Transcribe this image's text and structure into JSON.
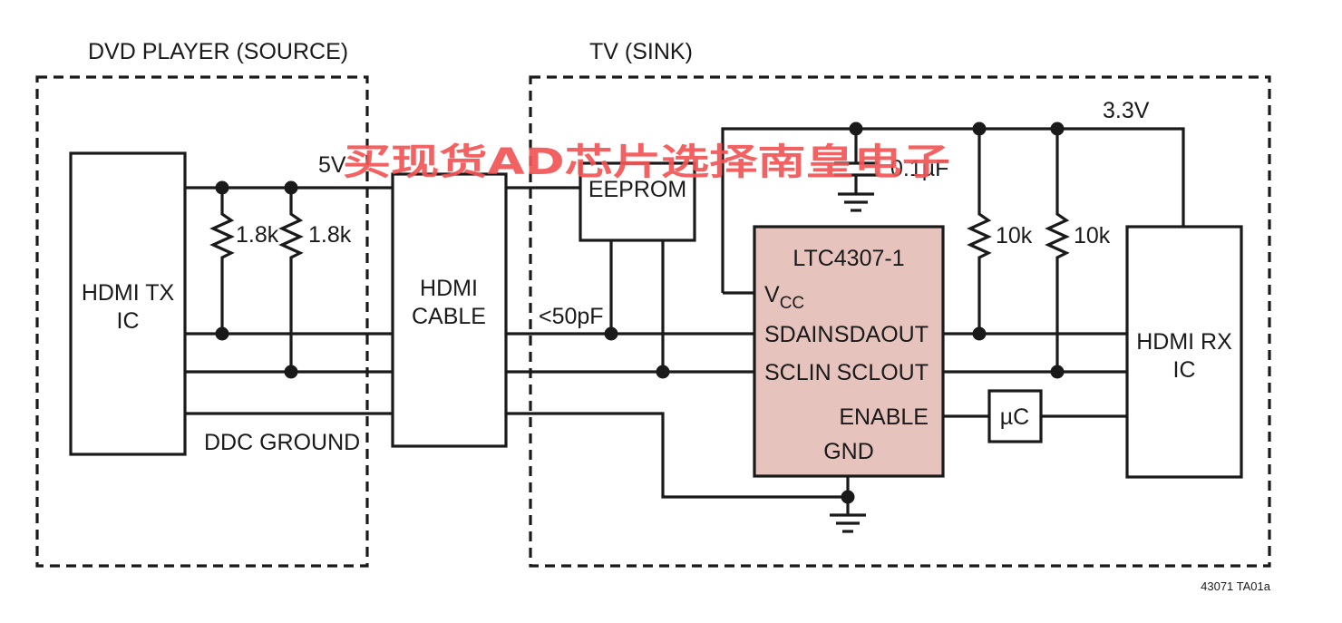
{
  "regions": {
    "source_title": "DVD PLAYER (SOURCE)",
    "sink_title": "TV (SINK)"
  },
  "blocks": {
    "hdmi_tx": [
      "HDMI TX",
      "IC"
    ],
    "hdmi_cable": [
      "HDMI",
      "CABLE"
    ],
    "eeprom": "EEPROM",
    "ltc": "LTC4307-1",
    "hdmi_rx": [
      "HDMI RX",
      "IC"
    ],
    "uc": "µC"
  },
  "pins": {
    "vcc_main": "V",
    "vcc_sub": "CC",
    "sdain": "SDAIN",
    "sdaout": "SDAOUT",
    "sclin": "SCLIN",
    "sclout": "SCLOUT",
    "enable": "ENABLE",
    "gnd": "GND"
  },
  "components": {
    "r1": "1.8k",
    "r2": "1.8k",
    "r3": "10k",
    "r4": "10k",
    "cap": "0.1µF"
  },
  "nets": {
    "v5": "5V",
    "v33": "3.3V",
    "ddc_ground": "DDC GROUND",
    "cap_limit": "<50pF"
  },
  "figure_id": "43071 TA01a",
  "watermark": "买现货AD芯片选择南皇电子",
  "colors": {
    "ic_fill": "#e6c3bd",
    "watermark": "#f25555",
    "line": "#1a1a1a"
  }
}
